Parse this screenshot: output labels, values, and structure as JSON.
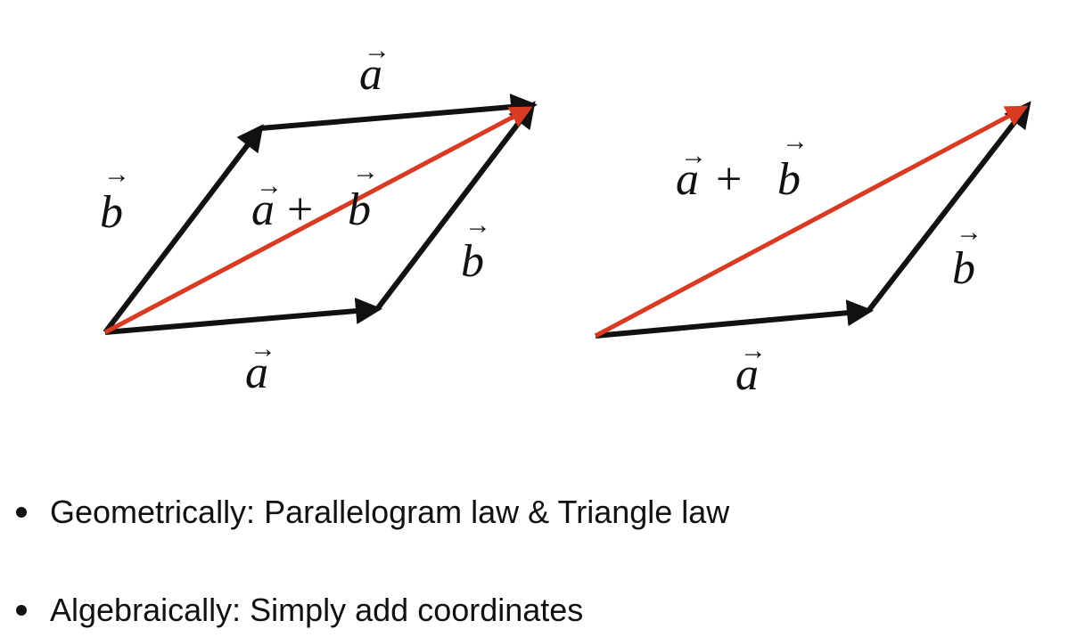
{
  "colors": {
    "vector": "#111111",
    "resultant": "#d83a22",
    "background": "#ffffff"
  },
  "labels": {
    "a": "a",
    "b": "b",
    "plus": "+",
    "arrow": "→"
  },
  "bullets": [
    "Geometrically: Parallelogram law & Triangle law",
    "Algebraically: Simply add coordinates"
  ]
}
